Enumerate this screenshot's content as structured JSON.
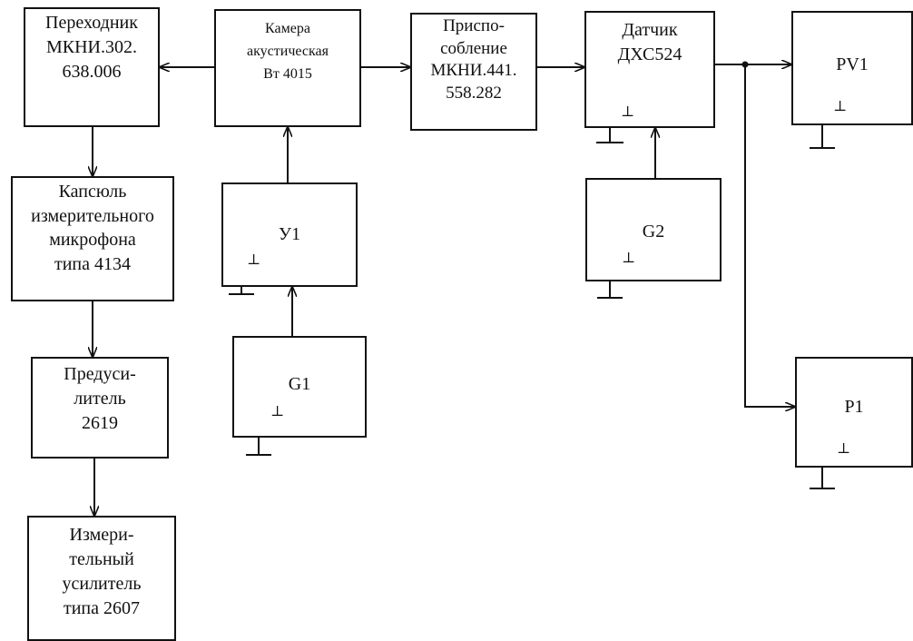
{
  "blocks": {
    "adapter": {
      "lines": [
        "Переходник",
        "МКНИ.302.",
        "638.006"
      ]
    },
    "chamber": {
      "lines": [
        "Камера",
        "акустическая",
        "Вт 4015"
      ]
    },
    "fixture": {
      "lines": [
        "Приспо-",
        "собление",
        "МКНИ.441.",
        "558.282"
      ]
    },
    "sensor": {
      "lines": [
        "Датчик",
        "ДХС524"
      ]
    },
    "pv1": {
      "label": "PV1"
    },
    "capsule": {
      "lines": [
        "Капсюль",
        "измерительного",
        "микрофона",
        "типа 4134"
      ]
    },
    "u1": {
      "label": "У1"
    },
    "g2": {
      "label": "G2"
    },
    "preamp": {
      "lines": [
        "Предуси-",
        "литель",
        "2619"
      ]
    },
    "g1": {
      "label": "G1"
    },
    "p1": {
      "label": "P1"
    },
    "measamp": {
      "lines": [
        "Измери-",
        "тельный",
        "усилитель",
        "типа 2607"
      ]
    }
  },
  "ground_symbol": "⊥"
}
